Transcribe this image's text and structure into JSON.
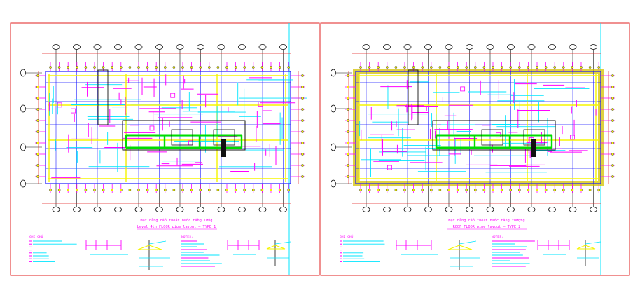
{
  "drawing": {
    "background": "#ffffff",
    "sheet_border_color": "#e02020",
    "plan_line_color": "#1a1aff",
    "colors": {
      "magenta": "#ff00ff",
      "cyan": "#00e5ff",
      "yellow": "#f5f500",
      "green": "#00dd00",
      "red": "#e02020",
      "navy": "#1a1aff",
      "dark": "#111111",
      "hatch": "#d4c200"
    }
  },
  "sheets": [
    {
      "id": "left",
      "title_line1": "mặt bằng cấp thoát nước tầng lửng",
      "title_line2": "Level 4th FLOOR pipe layout — TYPE 1",
      "legend_title": "GHI CHÚ",
      "notes_title": "NOTES:"
    },
    {
      "id": "right",
      "title_line1": "mặt bằng cấp thoát nước tầng thượng",
      "title_line2": "ROOF FLOOR pipe layout — TYPE 2",
      "legend_title": "GHI CHÚ",
      "notes_title": "NOTES:"
    }
  ]
}
